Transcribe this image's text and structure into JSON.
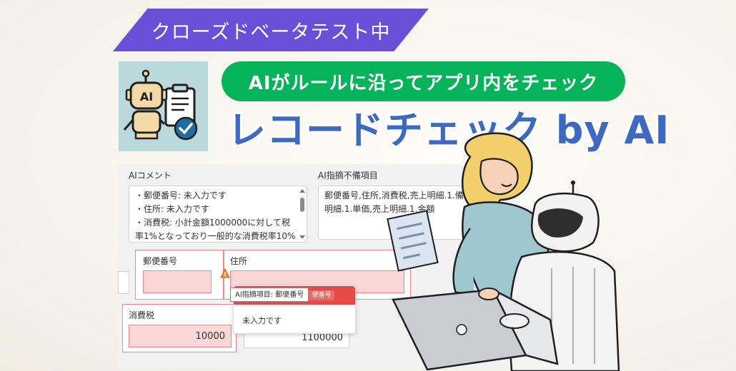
{
  "banner": {
    "ribbon_text": "クローズドベータテスト中",
    "pill_text": "AIがルールに沿ってアプリ内をチェック",
    "title": "レコードチェック by AI",
    "robot_badge": "AI"
  },
  "form": {
    "ai_comment_label": "AIコメント",
    "ai_flag_label": "AI指摘不備項目",
    "ai_comment_lines": [
      "・郵便番号: 未入力です",
      "・住所: 未入力です",
      "・消費税: 小計金額1000000に対して税",
      "率1%となっており一般的な消費税率10%"
    ],
    "ai_flag_lines": [
      "郵便番号,住所,消費税,売上明細.1.備考,",
      "明細.1.単価,売上明細.1.金額"
    ],
    "postal_label": "郵便番号",
    "postal_value": "",
    "address_label": "住所",
    "address_value": "",
    "tax_label": "消費税",
    "tax_value": "10000",
    "subtotal_value": "1100000",
    "popup_tooltip": "AI指摘項目: 郵便番号",
    "popup_tag": "便番号",
    "popup_message": "未入力です"
  },
  "colors": {
    "ribbon": "#6a4fd8",
    "pill": "#06b35b",
    "title": "#3e69c1",
    "error_border": "#f08787",
    "error_fill": "#fbd6d6",
    "popup_header": "#e44b47"
  }
}
